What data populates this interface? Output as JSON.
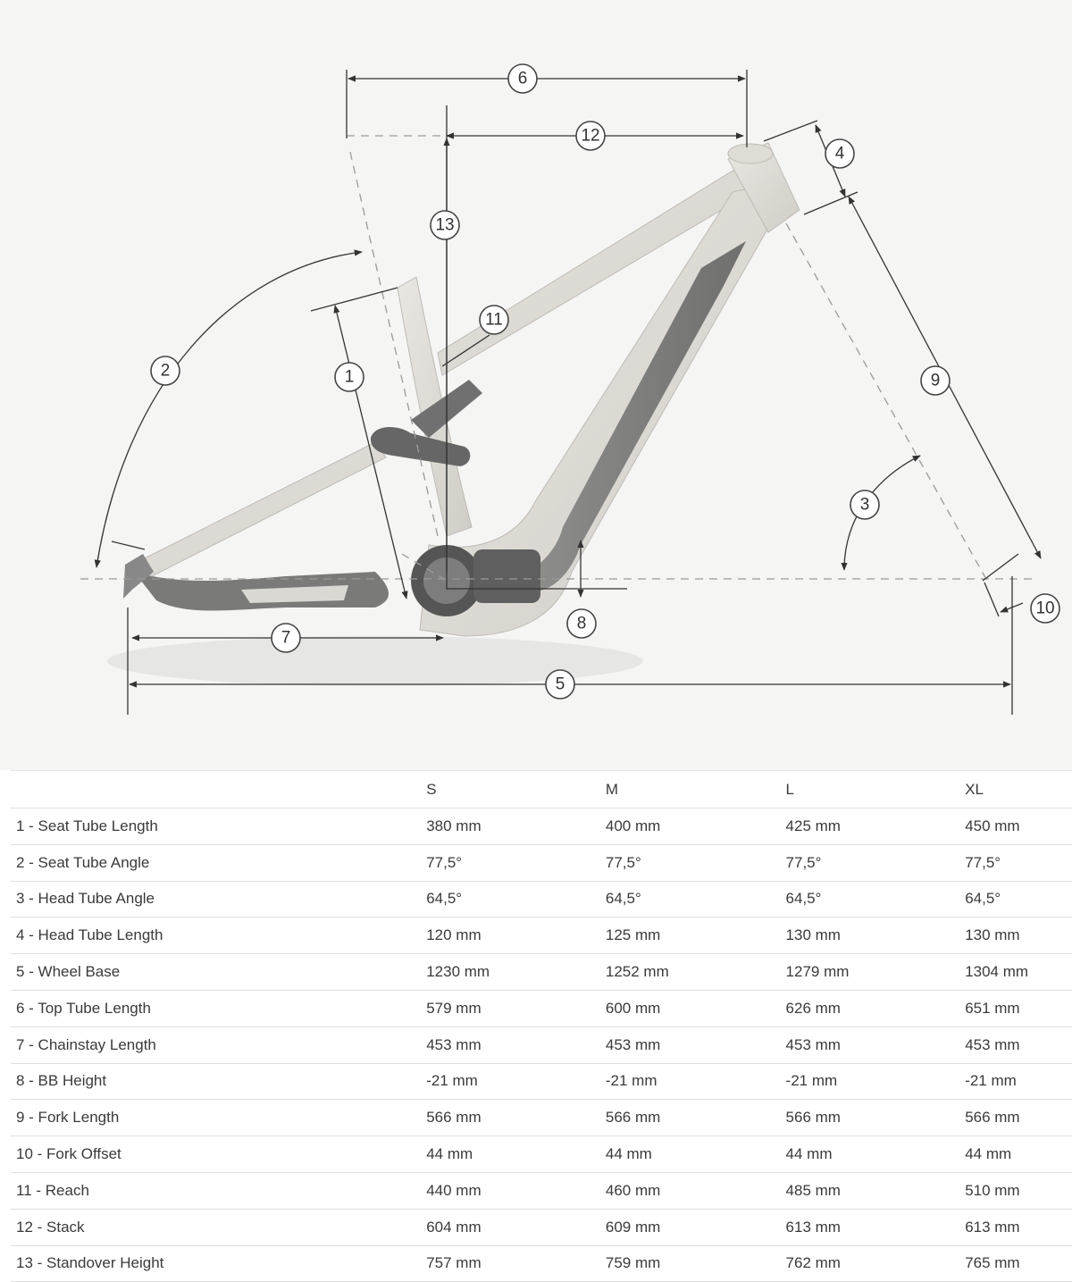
{
  "diagram": {
    "labels": [
      "1",
      "2",
      "3",
      "4",
      "5",
      "6",
      "7",
      "8",
      "9",
      "10",
      "11",
      "12",
      "13"
    ]
  },
  "table": {
    "header": [
      "",
      "S",
      "M",
      "L",
      "XL"
    ],
    "rows": [
      {
        "label": "1 - Seat Tube Length",
        "values": [
          "380 mm",
          "400 mm",
          "425 mm",
          "450 mm"
        ]
      },
      {
        "label": "2 - Seat Tube Angle",
        "values": [
          "77,5°",
          "77,5°",
          "77,5°",
          "77,5°"
        ]
      },
      {
        "label": "3 - Head Tube Angle",
        "values": [
          "64,5°",
          "64,5°",
          "64,5°",
          "64,5°"
        ]
      },
      {
        "label": "4 - Head Tube Length",
        "values": [
          "120 mm",
          "125 mm",
          "130 mm",
          "130 mm"
        ]
      },
      {
        "label": "5 - Wheel Base",
        "values": [
          "1230 mm",
          "1252 mm",
          "1279 mm",
          "1304 mm"
        ]
      },
      {
        "label": "6 - Top Tube Length",
        "values": [
          "579 mm",
          "600 mm",
          "626 mm",
          "651 mm"
        ]
      },
      {
        "label": "7 - Chainstay Length",
        "values": [
          "453 mm",
          "453 mm",
          "453 mm",
          "453 mm"
        ]
      },
      {
        "label": "8 - BB Height",
        "values": [
          "-21 mm",
          "-21 mm",
          "-21 mm",
          "-21 mm"
        ]
      },
      {
        "label": "9 - Fork Length",
        "values": [
          "566 mm",
          "566 mm",
          "566 mm",
          "566 mm"
        ]
      },
      {
        "label": "10 - Fork Offset",
        "values": [
          "44 mm",
          "44 mm",
          "44 mm",
          "44 mm"
        ]
      },
      {
        "label": "11 - Reach",
        "values": [
          "440 mm",
          "460 mm",
          "485 mm",
          "510 mm"
        ]
      },
      {
        "label": "12 - Stack",
        "values": [
          "604 mm",
          "609 mm",
          "613 mm",
          "613 mm"
        ]
      },
      {
        "label": "13 - Standover Height",
        "values": [
          "757 mm",
          "759 mm",
          "762 mm",
          "765 mm"
        ]
      }
    ]
  }
}
